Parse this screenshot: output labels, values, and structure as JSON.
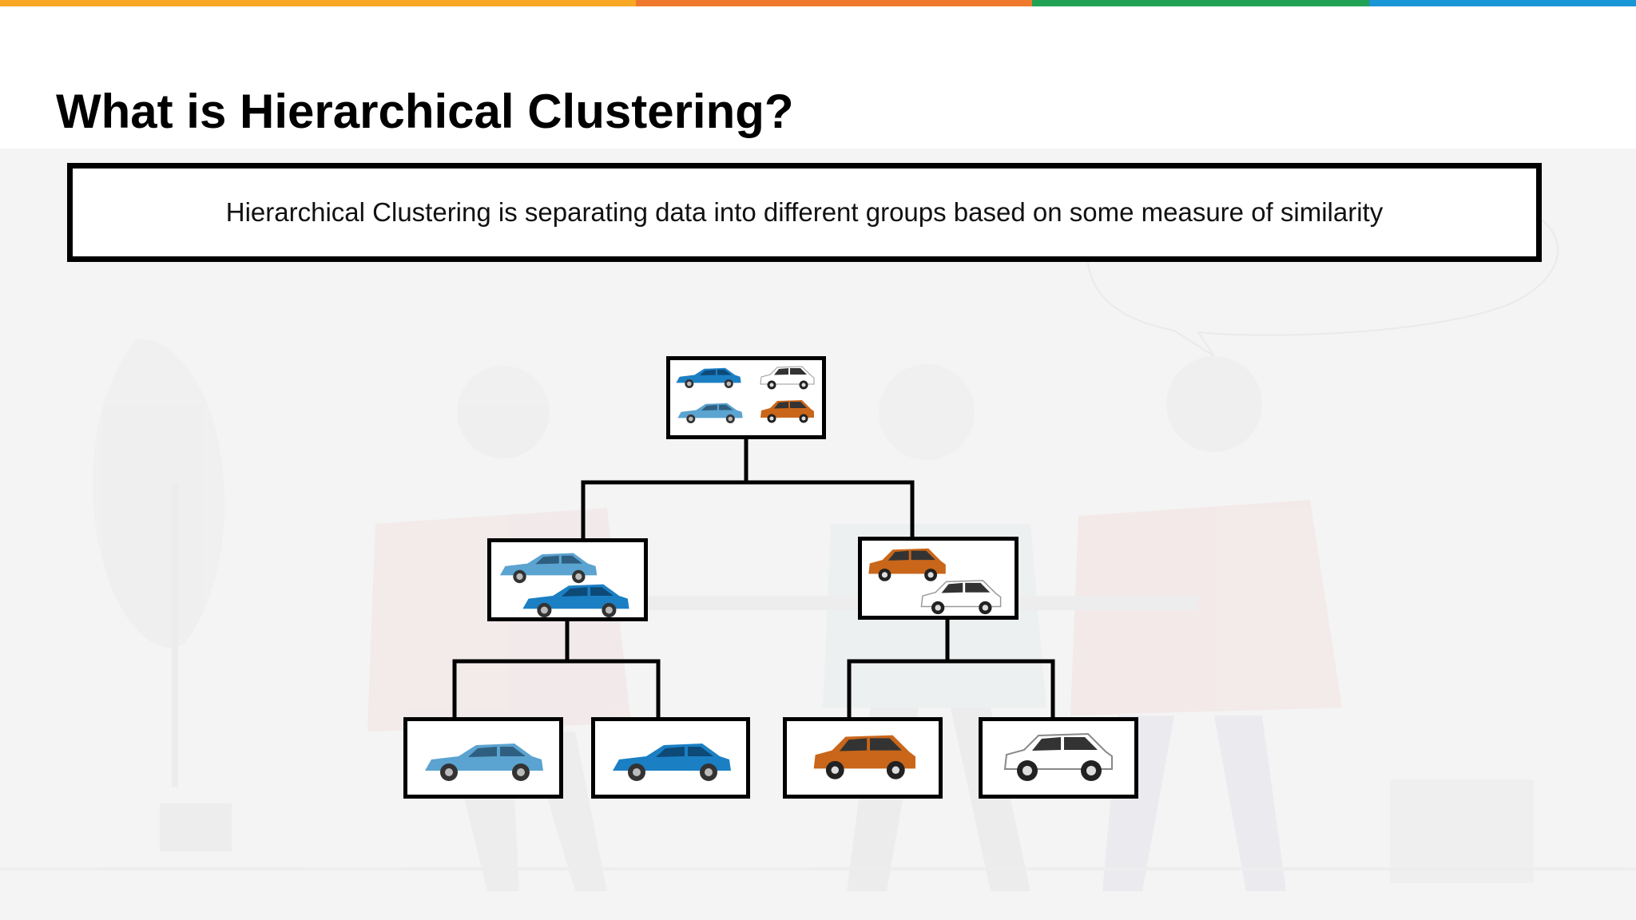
{
  "slide": {
    "title": "What is Hierarchical Clustering?",
    "definition": "Hierarchical Clustering is separating data into different groups based on some measure of similarity"
  },
  "colors": {
    "bar_yellow": "#f8a824",
    "bar_orange": "#ef7a2e",
    "bar_green": "#21a153",
    "bar_blue": "#1996d5",
    "car_light_blue": "#5ba3d0",
    "car_blue": "#1b7fc4",
    "car_orange": "#c9661a",
    "car_white": "#ffffff"
  },
  "tree": {
    "root": {
      "icon": "all-cars-icon",
      "cars": [
        "blue-sedan",
        "white-suv",
        "light-blue-sedan",
        "orange-suv"
      ]
    },
    "left_cluster": {
      "icon": "sedans-icon",
      "cars": [
        "light-blue-sedan",
        "blue-sedan"
      ]
    },
    "right_cluster": {
      "icon": "suvs-icon",
      "cars": [
        "orange-suv",
        "white-suv"
      ]
    },
    "leaves": [
      {
        "icon": "light-blue-sedan-icon",
        "car": "light-blue-sedan"
      },
      {
        "icon": "blue-sedan-icon",
        "car": "blue-sedan"
      },
      {
        "icon": "orange-suv-icon",
        "car": "orange-suv"
      },
      {
        "icon": "white-suv-icon",
        "car": "white-suv"
      }
    ]
  }
}
